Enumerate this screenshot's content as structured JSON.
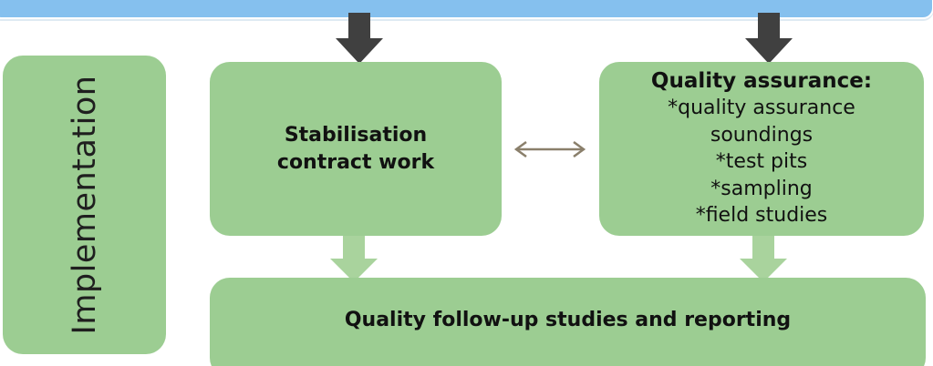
{
  "diagram": {
    "side_label": "Implementation",
    "contract_box": {
      "lines": [
        "Stabilisation",
        "contract work"
      ]
    },
    "qa_box": {
      "title": "Quality assurance:",
      "items": [
        "*quality assurance",
        "soundings",
        "*test pits",
        "*sampling",
        "*field studies"
      ]
    },
    "followup_box": {
      "label": "Quality follow-up studies and reporting"
    }
  },
  "colors": {
    "top_bar": "#85c0ee",
    "box_fill": "#9ccd92",
    "dark_arrow": "#404040",
    "light_arrow": "#a9d39d",
    "bidirectional_arrow": "#8a7f6b"
  }
}
